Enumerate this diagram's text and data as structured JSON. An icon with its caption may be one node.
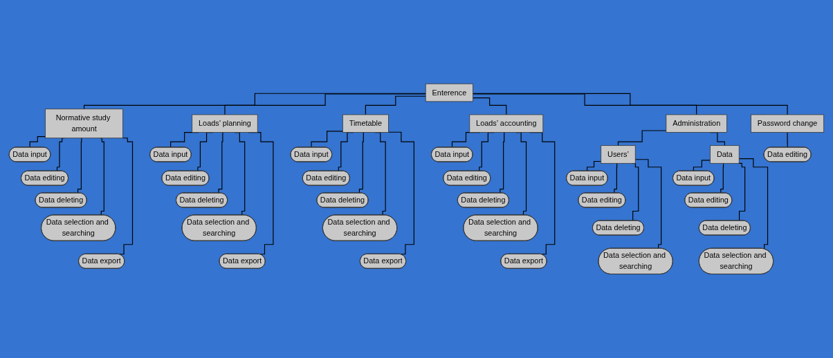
{
  "diagram": {
    "nodes": [
      {
        "text": [
          "Enterence"
        ]
      },
      {
        "text": [
          "Normative study amount"
        ]
      },
      {
        "text": [
          "Data input"
        ]
      },
      {
        "text": [
          "Data editing"
        ]
      },
      {
        "text": [
          "Data deleting"
        ]
      },
      {
        "text": [
          "Data selection and searching"
        ]
      },
      {
        "text": [
          "Data export"
        ]
      },
      {
        "text": [
          "Loads’ planning"
        ]
      },
      {
        "text": [
          "Data input"
        ]
      },
      {
        "text": [
          "Data editing"
        ]
      },
      {
        "text": [
          "Data deleting"
        ]
      },
      {
        "text": [
          "Data selection and searching"
        ]
      },
      {
        "text": [
          "Data export"
        ]
      },
      {
        "text": [
          "Timetable"
        ]
      },
      {
        "text": [
          "Data input"
        ]
      },
      {
        "text": [
          "Data editing"
        ]
      },
      {
        "text": [
          "Data deleting"
        ]
      },
      {
        "text": [
          "Data selection and searching"
        ]
      },
      {
        "text": [
          "Data export"
        ]
      },
      {
        "text": [
          "Loads’ accounting"
        ]
      },
      {
        "text": [
          "Data input"
        ]
      },
      {
        "text": [
          "Data editing"
        ]
      },
      {
        "text": [
          "Data deleting"
        ]
      },
      {
        "text": [
          "Data selection and searching"
        ]
      },
      {
        "text": [
          "Data export"
        ]
      },
      {
        "text": [
          "Administration"
        ]
      },
      {
        "text": [
          "Users’"
        ]
      },
      {
        "text": [
          "Data input"
        ]
      },
      {
        "text": [
          "Data editing"
        ]
      },
      {
        "text": [
          "Data deleting"
        ]
      },
      {
        "text": [
          "Data selection and searching"
        ]
      },
      {
        "text": [
          "Data"
        ]
      },
      {
        "text": [
          "Data input"
        ]
      },
      {
        "text": [
          "Data editing"
        ]
      },
      {
        "text": [
          "Data deleting"
        ]
      },
      {
        "text": [
          "Data selection and searching"
        ]
      },
      {
        "text": [
          "Password change"
        ]
      },
      {
        "text": [
          "Data editing"
        ]
      }
    ],
    "edges": [
      {
        "from": 0,
        "to": 1,
        "arrow": "none"
      },
      {
        "from": 0,
        "to": 7,
        "arrow": "none"
      },
      {
        "from": 0,
        "to": 13,
        "arrow": "none"
      },
      {
        "from": 0,
        "to": 19,
        "arrow": "none"
      },
      {
        "from": 0,
        "to": 25,
        "arrow": "none"
      },
      {
        "from": 0,
        "to": 36,
        "arrow": "none"
      },
      {
        "from": 1,
        "to": 2,
        "arrow": "none"
      },
      {
        "from": 1,
        "to": 3,
        "arrow": "none"
      },
      {
        "from": 1,
        "to": 4,
        "arrow": "none"
      },
      {
        "from": 1,
        "to": 5,
        "arrow": "none"
      },
      {
        "from": 1,
        "to": 6,
        "arrow": "none"
      },
      {
        "from": 7,
        "to": 8,
        "arrow": "none"
      },
      {
        "from": 7,
        "to": 9,
        "arrow": "none"
      },
      {
        "from": 7,
        "to": 10,
        "arrow": "none"
      },
      {
        "from": 7,
        "to": 11,
        "arrow": "none"
      },
      {
        "from": 7,
        "to": 12,
        "arrow": "none"
      },
      {
        "from": 13,
        "to": 14,
        "arrow": "none"
      },
      {
        "from": 13,
        "to": 15,
        "arrow": "none"
      },
      {
        "from": 13,
        "to": 16,
        "arrow": "none"
      },
      {
        "from": 13,
        "to": 17,
        "arrow": "none"
      },
      {
        "from": 13,
        "to": 18,
        "arrow": "none"
      },
      {
        "from": 19,
        "to": 20,
        "arrow": "none"
      },
      {
        "from": 19,
        "to": 21,
        "arrow": "none"
      },
      {
        "from": 19,
        "to": 22,
        "arrow": "none"
      },
      {
        "from": 19,
        "to": 23,
        "arrow": "none"
      },
      {
        "from": 19,
        "to": 24,
        "arrow": "none"
      },
      {
        "from": 25,
        "to": 26,
        "arrow": "none"
      },
      {
        "from": 25,
        "to": 31,
        "arrow": "none"
      },
      {
        "from": 26,
        "to": 27,
        "arrow": "none"
      },
      {
        "from": 26,
        "to": 28,
        "arrow": "none"
      },
      {
        "from": 26,
        "to": 29,
        "arrow": "none"
      },
      {
        "from": 26,
        "to": 30,
        "arrow": "none"
      },
      {
        "from": 31,
        "to": 32,
        "arrow": "none"
      },
      {
        "from": 31,
        "to": 33,
        "arrow": "none"
      },
      {
        "from": 31,
        "to": 34,
        "arrow": "none"
      },
      {
        "from": 31,
        "to": 35,
        "arrow": "none"
      },
      {
        "from": 36,
        "to": 37,
        "arrow": "none"
      }
    ]
  }
}
